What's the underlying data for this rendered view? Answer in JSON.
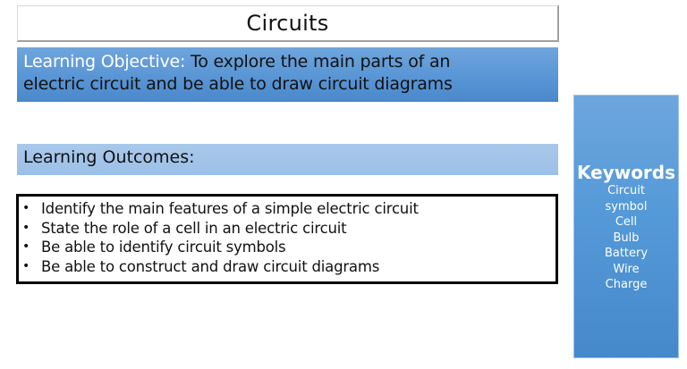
{
  "title": "Circuits",
  "objective": {
    "label": "Learning Objective:",
    "text_line1": " To explore the main parts of an",
    "text_line2": "electric circuit and be able to draw circuit diagrams"
  },
  "outcomes": {
    "header": "Learning Outcomes:",
    "bullet": "•",
    "items": [
      "Identify the main features of a simple electric circuit",
      "State the role of a cell in an electric circuit",
      "Be able to identify circuit symbols",
      "Be able to construct and draw circuit diagrams"
    ]
  },
  "keywords": {
    "title": "Keywords",
    "items": [
      "Circuit",
      "symbol",
      "Cell",
      "Bulb",
      "Battery",
      "Wire",
      "Charge"
    ]
  },
  "colors": {
    "objective_bg": "#5b97d6",
    "outcomes_header_bg": "#a9c8ea",
    "keywords_bg": "#5499d8",
    "label_text": "#ffffff"
  }
}
